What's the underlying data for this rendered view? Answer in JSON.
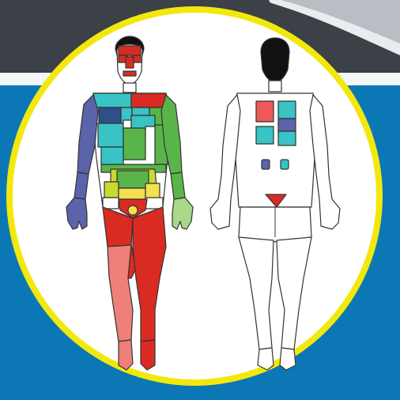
{
  "colors": {
    "header_dark": "#3c4047",
    "header_white_band": "#f4f6f8",
    "background_blue": "#0b78b5",
    "circle_border": "#f2e80d",
    "circle_fill": "#ffffff",
    "outline": "#333333",
    "red": "#d92b22",
    "salmon": "#ee8079",
    "teal": "#39c3c4",
    "navy": "#2d4f8a",
    "purple": "#5b63ab",
    "green": "#59b54a",
    "lime": "#c9d930",
    "yellow": "#f2e14c",
    "light_green": "#a9d88a",
    "skin": "#ffffff",
    "hair": "#111111"
  },
  "figures": [
    {
      "view": "front",
      "description_name": "front-body-figure"
    },
    {
      "view": "back",
      "description_name": "back-body-figure"
    }
  ]
}
